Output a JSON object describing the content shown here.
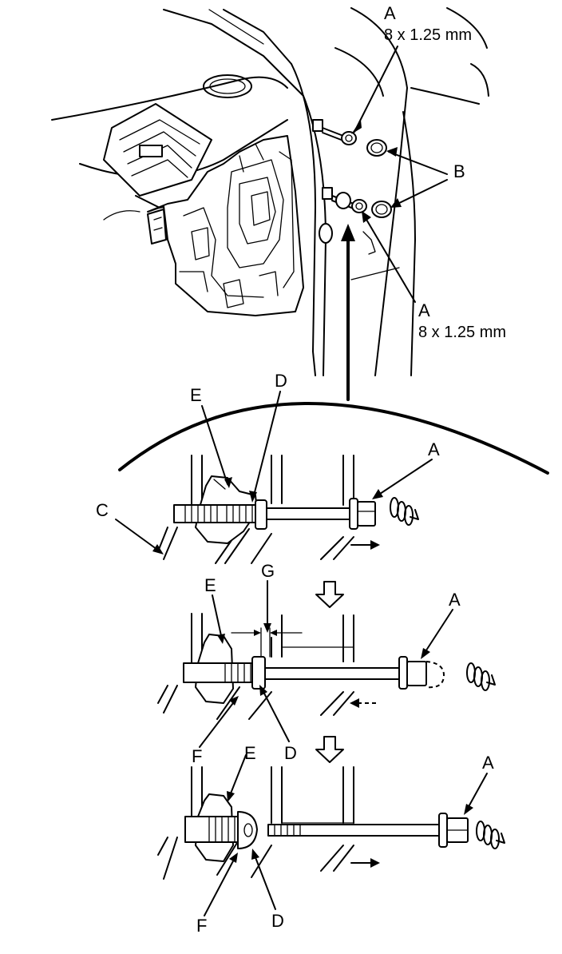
{
  "labels": {
    "a": "A",
    "b": "B",
    "c": "C",
    "d": "D",
    "e": "E",
    "f": "F",
    "g": "G"
  },
  "specs": {
    "bolt_upper": "8 x 1.25 mm",
    "bolt_lower": "8 x 1.25 mm"
  },
  "icons": [
    "arrow-icon",
    "step-down-arrow-icon",
    "rotation-coil-icon"
  ]
}
